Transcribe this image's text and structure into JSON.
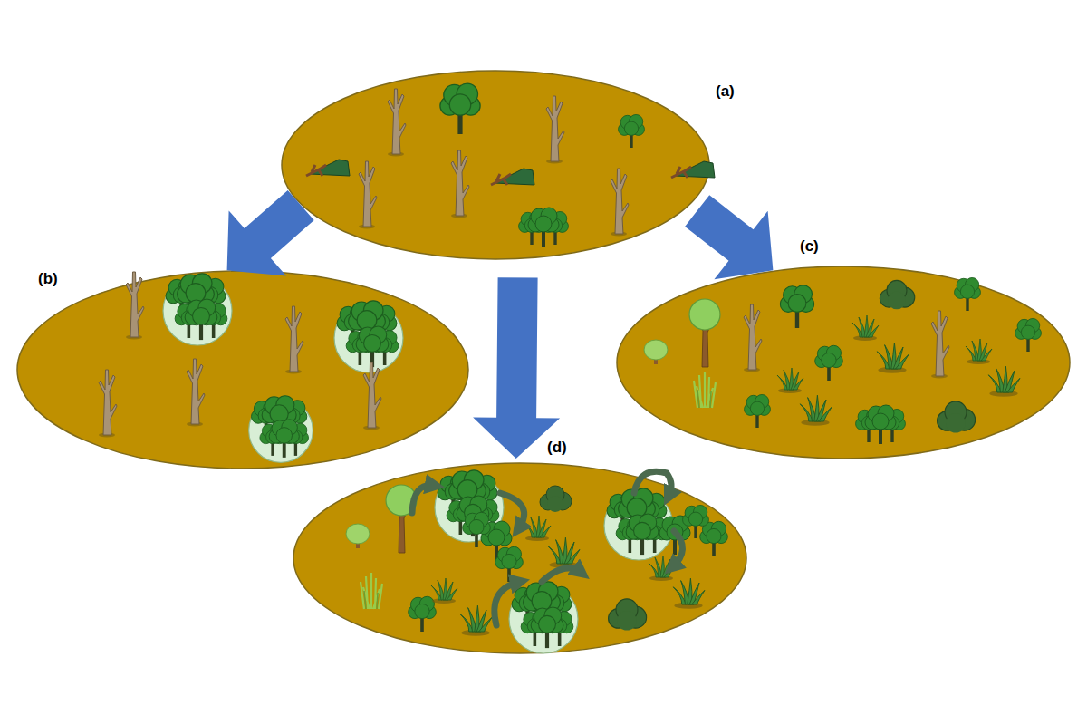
{
  "diagram": {
    "nodes": [
      {
        "text": [
          "(a)"
        ]
      },
      {
        "text": [
          "(b)"
        ]
      },
      {
        "text": [
          "(c)"
        ]
      },
      {
        "text": [
          "(d)"
        ]
      }
    ],
    "edges": [
      {
        "from": 0,
        "to": 1,
        "arrow": "to"
      },
      {
        "from": 0,
        "to": 3,
        "arrow": "to"
      },
      {
        "from": 0,
        "to": 2,
        "arrow": "to"
      }
    ]
  }
}
